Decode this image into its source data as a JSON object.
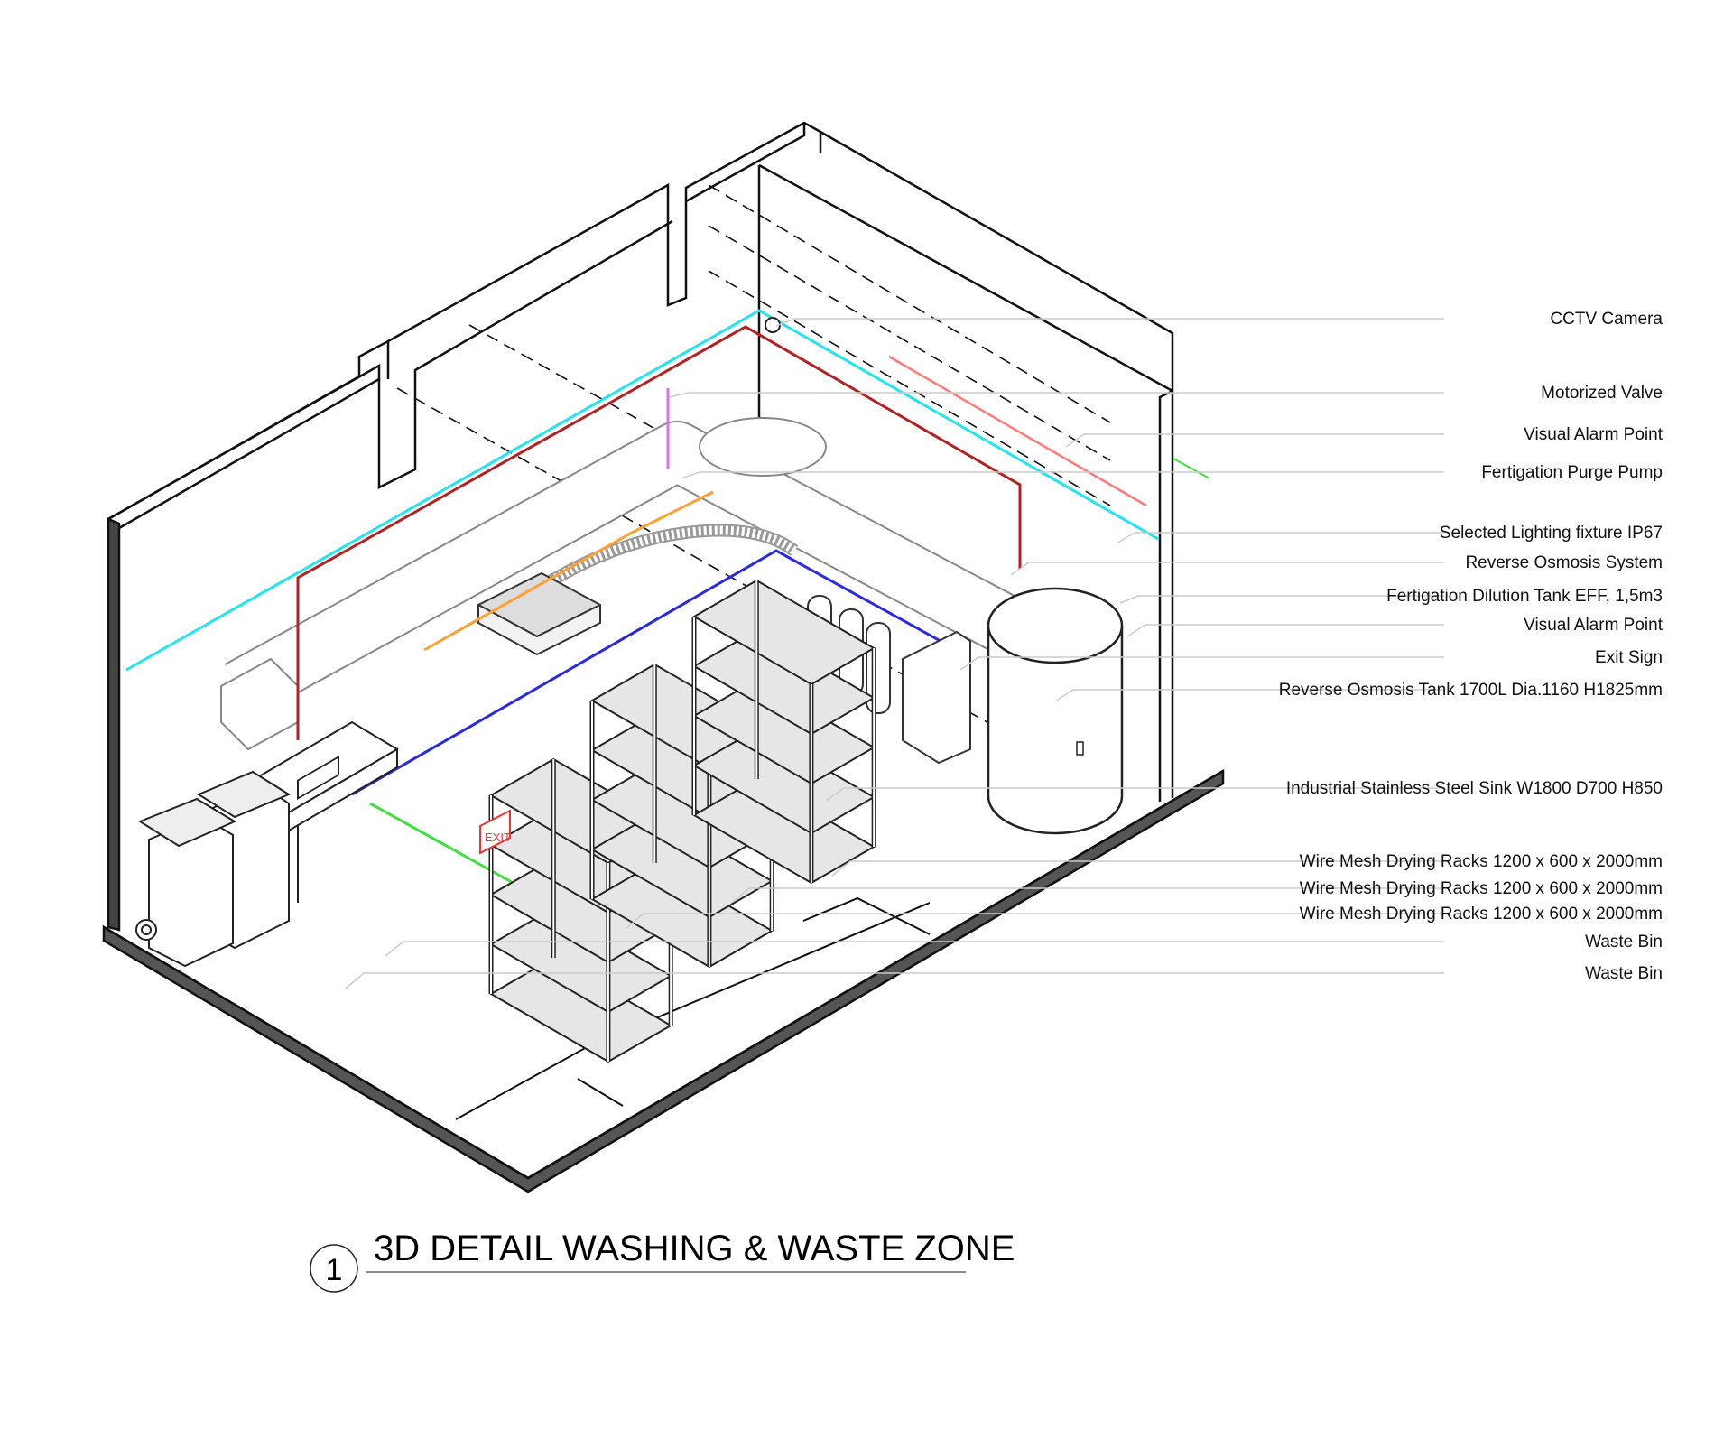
{
  "drawing": {
    "number": "1",
    "title": "3D DETAIL WASHING & WASTE ZONE"
  },
  "exit_sign_text": "EXIT",
  "colors": {
    "cctv_line": "#22e5f0",
    "fire_line": "#b22222",
    "water_line": "#ff7a7a",
    "fertigation_line": "#ffa032",
    "power_line": "#2a2ae0",
    "drain_line": "#40e040",
    "purge_line": "#e070e0"
  },
  "labels": [
    {
      "id": "cctv",
      "text": "CCTV Camera"
    },
    {
      "id": "motorized-valve",
      "text": "Motorized Valve"
    },
    {
      "id": "visual-alarm-1",
      "text": "Visual Alarm Point"
    },
    {
      "id": "purge-pump",
      "text": "Fertigation Purge Pump"
    },
    {
      "id": "lighting",
      "text": "Selected Lighting fixture IP67"
    },
    {
      "id": "ro-system",
      "text": "Reverse Osmosis System"
    },
    {
      "id": "dilution-tank",
      "text": "Fertigation Dilution Tank EFF, 1,5m3"
    },
    {
      "id": "visual-alarm-2",
      "text": "Visual Alarm Point"
    },
    {
      "id": "exit-sign",
      "text": "Exit Sign"
    },
    {
      "id": "ro-tank",
      "text": "Reverse Osmosis Tank 1700L Dia.1160 H1825mm"
    },
    {
      "id": "sink",
      "text": "Industrial Stainless Steel Sink W1800 D700 H850"
    },
    {
      "id": "rack-1",
      "text": "Wire Mesh Drying Racks 1200 x 600 x 2000mm"
    },
    {
      "id": "rack-2",
      "text": "Wire Mesh Drying Racks 1200 x 600 x 2000mm"
    },
    {
      "id": "rack-3",
      "text": "Wire Mesh Drying Racks 1200 x 600 x 2000mm"
    },
    {
      "id": "waste-bin-1",
      "text": "Waste Bin"
    },
    {
      "id": "waste-bin-2",
      "text": "Waste Bin"
    }
  ]
}
